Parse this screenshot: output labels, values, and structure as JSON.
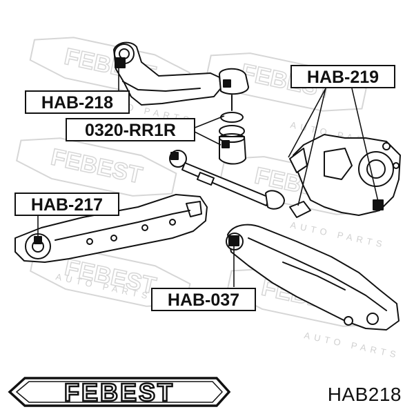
{
  "watermark": {
    "brand": "FEBEST",
    "tagline": "AUTO PARTS"
  },
  "callouts": [
    {
      "id": "hab-218",
      "label": "HAB-218"
    },
    {
      "id": "0320-rr1r",
      "label": "0320-RR1R"
    },
    {
      "id": "hab-219",
      "label": "HAB-219"
    },
    {
      "id": "hab-217",
      "label": "HAB-217"
    },
    {
      "id": "hab-037",
      "label": "HAB-037"
    }
  ],
  "footer": {
    "logo_text": "FEBEST",
    "part_number": "HAB218"
  },
  "colors": {
    "ink": "#111111",
    "watermark": "#d4d4d4",
    "part_fill": "#ffffff"
  }
}
